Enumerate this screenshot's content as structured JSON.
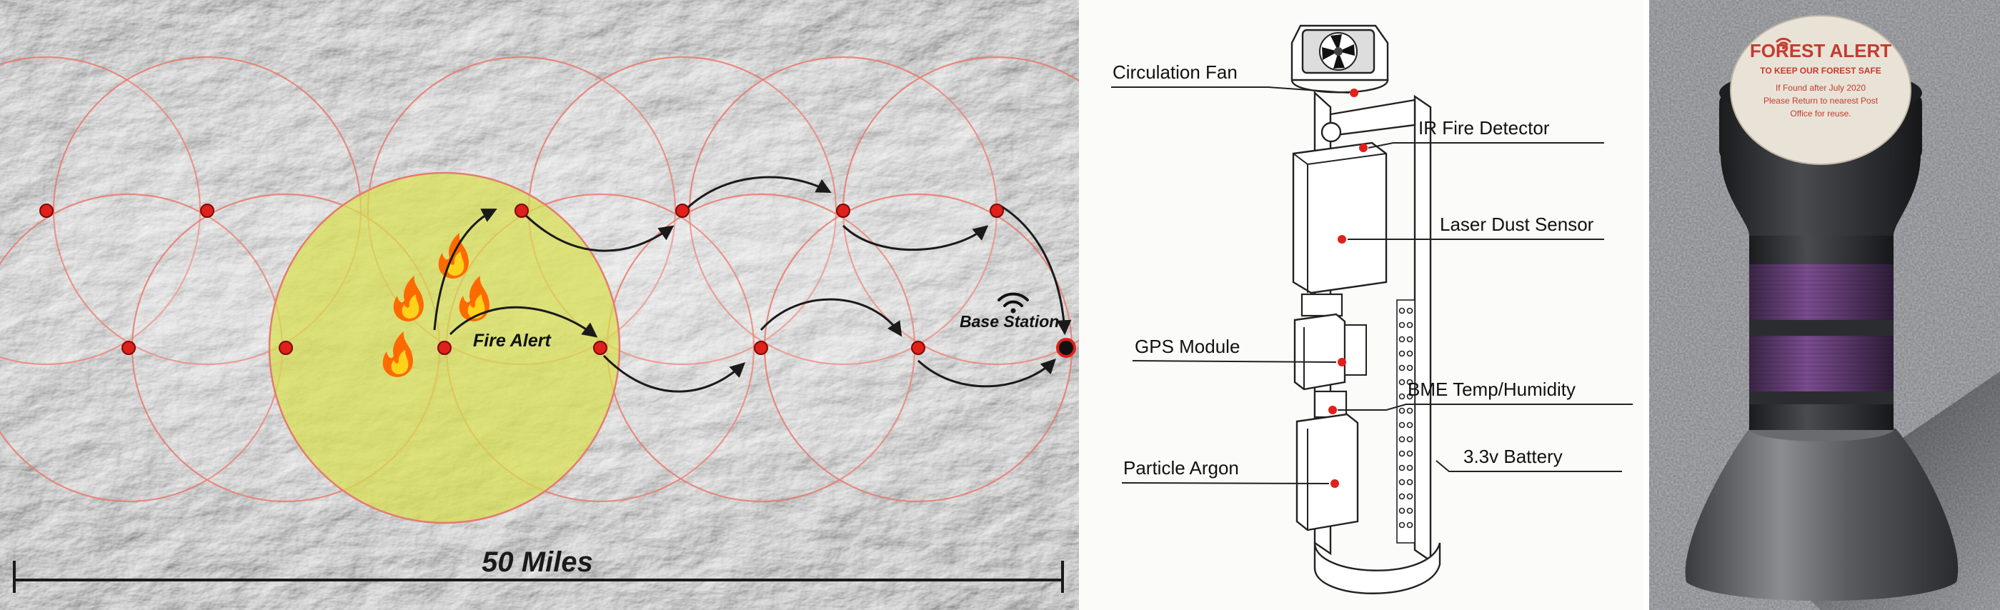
{
  "map": {
    "fire_alert_label": "Fire Alert",
    "base_station_label": "Base Station",
    "scale_label": "50 Miles",
    "colors": {
      "node": "#e0201b",
      "range_ring": "#e77a6e",
      "alert_zone": "#d8df4f",
      "arrow": "#1a1a1a"
    }
  },
  "device": {
    "labels": {
      "circulation_fan": "Circulation Fan",
      "ir_fire_detector": "IR Fire Detector",
      "laser_dust_sensor": "Laser Dust Sensor",
      "gps_module": "GPS Module",
      "bme_temp_humidity": "BME Temp/Humidity",
      "particle_argon": "Particle Argon",
      "battery": "3.3v Battery"
    }
  },
  "photo": {
    "lid": {
      "brand": "FOREST ALERT",
      "tagline": "TO KEEP OUR FOREST SAFE",
      "notice_line1": "If Found after July 2020",
      "notice_line2": "Please Return to nearest Post",
      "notice_line3": "Office for reuse."
    }
  }
}
